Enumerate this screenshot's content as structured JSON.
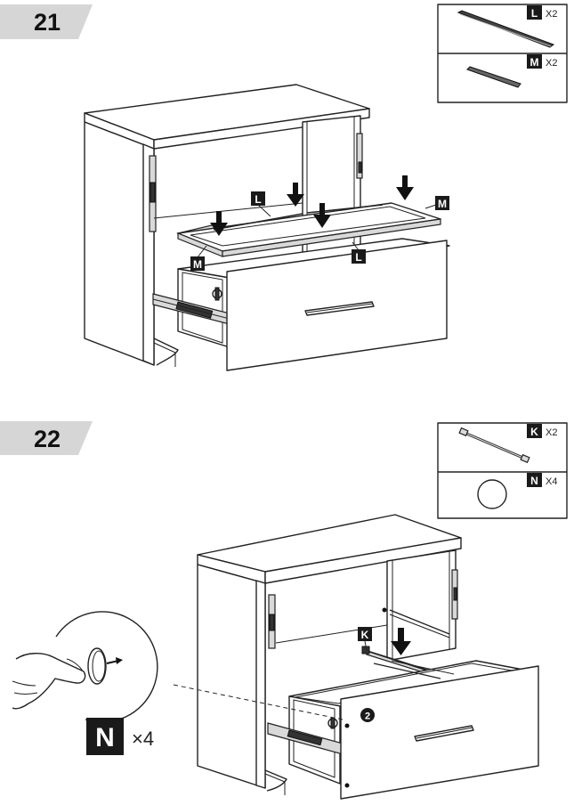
{
  "steps": [
    {
      "number": "21",
      "parts": [
        {
          "letter": "L",
          "qty": "X2",
          "icon": "long-rail-icon"
        },
        {
          "letter": "M",
          "qty": "X2",
          "icon": "short-rail-icon"
        }
      ],
      "callouts": {
        "l_top": "L",
        "l_bottom": "L",
        "m_right": "M",
        "m_left": "M"
      }
    },
    {
      "number": "22",
      "parts": [
        {
          "letter": "K",
          "qty": "X2",
          "icon": "hanging-rod-icon"
        },
        {
          "letter": "N",
          "qty": "X4",
          "icon": "bumper-pad-icon"
        }
      ],
      "callouts": {
        "k": "K",
        "n": "N",
        "n_qty": "×4",
        "drawer_num": "2"
      }
    }
  ]
}
